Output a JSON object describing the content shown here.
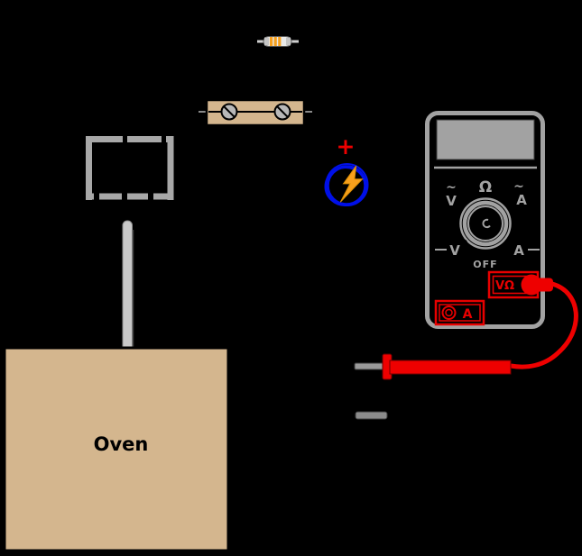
{
  "oven": {
    "label": "Oven"
  },
  "power": {
    "plus": "+"
  },
  "meter": {
    "ohm": "Ω",
    "tilde": "~",
    "volts": "V",
    "amps": "A",
    "off": "OFF",
    "jack_vohm": "VΩ",
    "jack_a": "A"
  },
  "icons": [
    "resistor-icon",
    "terminal-block-icon",
    "screw-icon",
    "component-outline-icon",
    "thermocouple-rod-icon",
    "oven-box",
    "power-source-icon",
    "lightning-icon",
    "plus-icon",
    "multimeter",
    "display-screen",
    "rotary-dial-icon",
    "probe-lead-icon",
    "probe-tip-icon"
  ],
  "colors": {
    "background": "#000000",
    "tan": "#d4b68e",
    "gray": "#a2a2a2",
    "light_gray": "#c9c9c9",
    "red": "#ee0000",
    "blue": "#0010e8",
    "orange": "#f7a01d",
    "black": "#000000"
  }
}
